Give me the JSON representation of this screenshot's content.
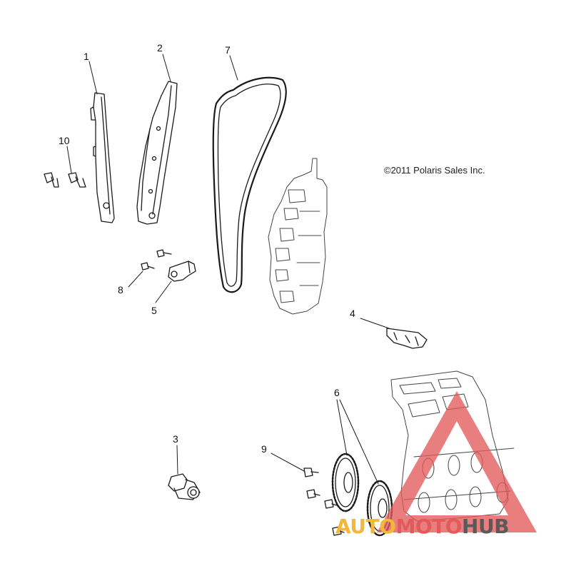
{
  "diagram": {
    "copyright": "©2011 Polaris Sales Inc.",
    "callouts": [
      {
        "id": "1",
        "label": "1"
      },
      {
        "id": "2",
        "label": "2"
      },
      {
        "id": "3",
        "label": "3"
      },
      {
        "id": "4",
        "label": "4"
      },
      {
        "id": "5",
        "label": "5"
      },
      {
        "id": "6",
        "label": "6"
      },
      {
        "id": "7",
        "label": "7"
      },
      {
        "id": "8",
        "label": "8"
      },
      {
        "id": "9",
        "label": "9"
      },
      {
        "id": "10",
        "label": "10"
      }
    ]
  },
  "watermark": {
    "part1": "AUTO",
    "part2": "MOTO",
    "part3": "HUB",
    "colors": {
      "auto": "#f3b83a",
      "moto": "#e35a5a",
      "hub": "#5a5a5a",
      "triangle": "#e35a5a"
    }
  }
}
